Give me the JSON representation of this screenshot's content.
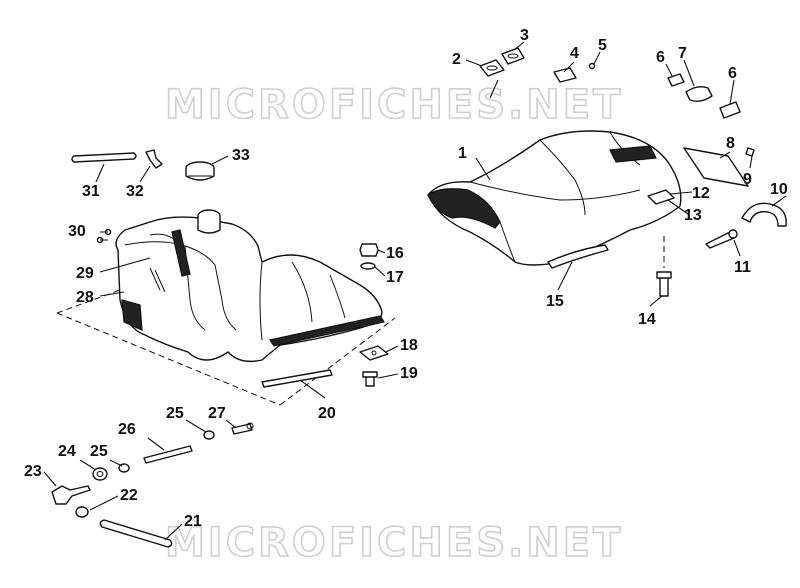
{
  "watermark": {
    "top_text": "MICROFICHES.NET",
    "bottom_text": "MICROFICHES.NET"
  },
  "callouts": [
    {
      "id": "1",
      "label": "1"
    },
    {
      "id": "2",
      "label": "2"
    },
    {
      "id": "3",
      "label": "3"
    },
    {
      "id": "4",
      "label": "4"
    },
    {
      "id": "5",
      "label": "5"
    },
    {
      "id": "6a",
      "label": "6"
    },
    {
      "id": "6b",
      "label": "6"
    },
    {
      "id": "7",
      "label": "7"
    },
    {
      "id": "8",
      "label": "8"
    },
    {
      "id": "9",
      "label": "9"
    },
    {
      "id": "10",
      "label": "10"
    },
    {
      "id": "11",
      "label": "11"
    },
    {
      "id": "12",
      "label": "12"
    },
    {
      "id": "13",
      "label": "13"
    },
    {
      "id": "14",
      "label": "14"
    },
    {
      "id": "15",
      "label": "15"
    },
    {
      "id": "16",
      "label": "16"
    },
    {
      "id": "17",
      "label": "17"
    },
    {
      "id": "18",
      "label": "18"
    },
    {
      "id": "19",
      "label": "19"
    },
    {
      "id": "20",
      "label": "20"
    },
    {
      "id": "21",
      "label": "21"
    },
    {
      "id": "22",
      "label": "22"
    },
    {
      "id": "23",
      "label": "23"
    },
    {
      "id": "24",
      "label": "24"
    },
    {
      "id": "25a",
      "label": "25"
    },
    {
      "id": "25b",
      "label": "25"
    },
    {
      "id": "26",
      "label": "26"
    },
    {
      "id": "27",
      "label": "27"
    },
    {
      "id": "28",
      "label": "28"
    },
    {
      "id": "29",
      "label": "29"
    },
    {
      "id": "30",
      "label": "30"
    },
    {
      "id": "31",
      "label": "31"
    },
    {
      "id": "32",
      "label": "32"
    },
    {
      "id": "33",
      "label": "33"
    }
  ]
}
